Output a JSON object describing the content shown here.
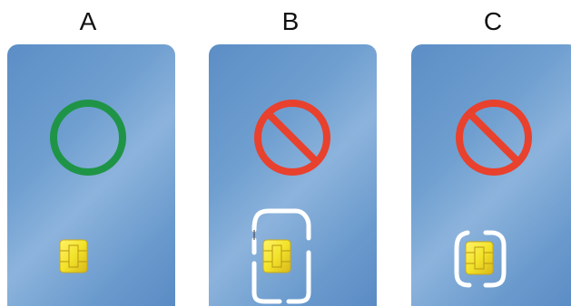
{
  "columns": [
    {
      "id": "a",
      "label": "A",
      "status_icon": "green-circle-ok-icon",
      "chip_icon": "sim-chip-icon",
      "sim_outline": "none"
    },
    {
      "id": "b",
      "label": "B",
      "status_icon": "red-prohibited-icon",
      "chip_icon": "sim-chip-icon",
      "sim_outline": "mini-sim-outline"
    },
    {
      "id": "c",
      "label": "C",
      "status_icon": "red-prohibited-icon",
      "chip_icon": "sim-chip-icon",
      "sim_outline": "micro-sim-outline"
    }
  ],
  "colors": {
    "ok": "#1f9447",
    "prohibited": "#e8412e",
    "chip_gold": "#f2e32a",
    "outline": "#ffffff"
  }
}
